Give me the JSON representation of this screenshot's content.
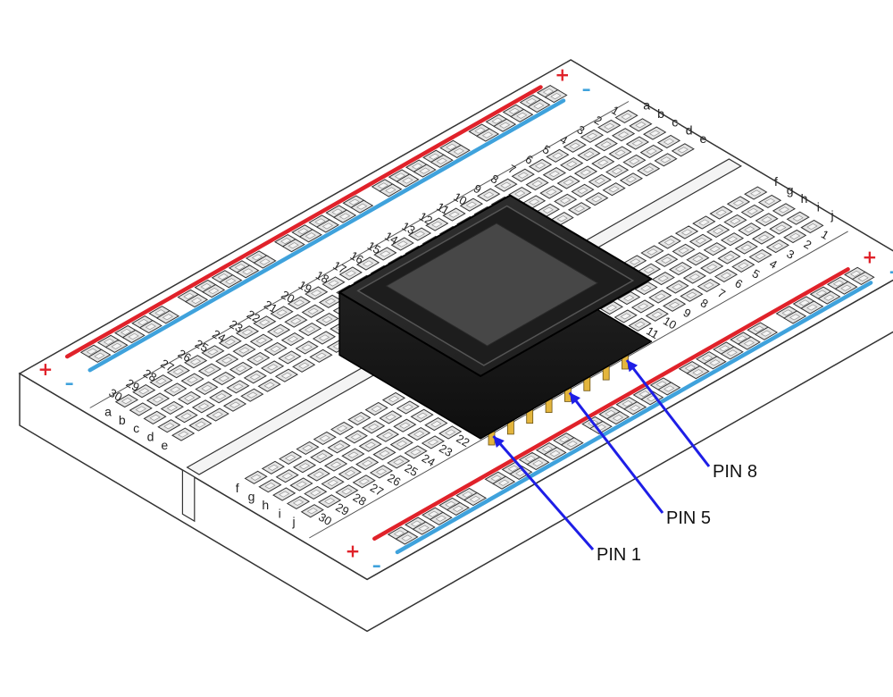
{
  "board": {
    "row_count": 30,
    "left_column_labels": [
      "a",
      "b",
      "c",
      "d",
      "e"
    ],
    "right_column_labels": [
      "f",
      "g",
      "h",
      "i",
      "j"
    ],
    "plus_symbol": "+",
    "minus_symbol": "–"
  },
  "colors": {
    "board": "#ffffff",
    "outline": "#333333",
    "hole": "#e4e4e4",
    "positive_rail": "#e0222a",
    "negative_rail": "#3fa2dc",
    "positive_symbol": "#e0222a",
    "negative_symbol": "#3fa2dc",
    "module_body": "#1d1d1d",
    "module_screen": "#474747",
    "pin": "#e3b53d",
    "callout_line": "#1e1ee6"
  },
  "module": {
    "pins_per_side": 8
  },
  "callouts": [
    {
      "label": "PIN 8",
      "pin_index": 7
    },
    {
      "label": "PIN 5",
      "pin_index": 4
    },
    {
      "label": "PIN 1",
      "pin_index": 0
    }
  ]
}
